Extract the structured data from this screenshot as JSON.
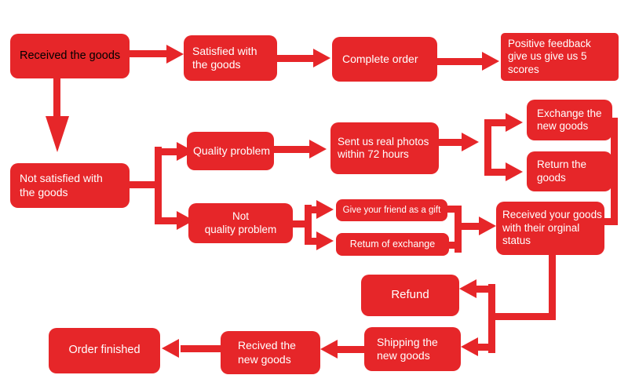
{
  "diagram": {
    "accent_color": "#e62629",
    "background_color": "#ffffff",
    "default_text_color": "#ffffff",
    "nodes": {
      "received_goods": {
        "label": "Received the goods",
        "text_color": "#000000"
      },
      "satisfied": {
        "label": "Satisfied with\nthe goods"
      },
      "complete_order": {
        "label": "Complete order"
      },
      "positive_feedback": {
        "label": "Positive feedback\ngive us give us 5\nscores"
      },
      "exchange_new_goods": {
        "label": "Exchange the\nnew goods"
      },
      "return_goods": {
        "label": "Return the\ngoods"
      },
      "quality_problem": {
        "label": "Quality problem"
      },
      "send_photos": {
        "label": "Sent us real photos\nwithin 72 hours"
      },
      "not_satisfied": {
        "label": "Not satisfied with\nthe goods"
      },
      "not_quality_problem": {
        "label": "Not\nquality problem"
      },
      "gift": {
        "label": "Give your friend as a gift"
      },
      "retum_exchange": {
        "label": "Retum of exchange"
      },
      "received_original": {
        "label": "Received your goods\nwith their orginal\nstatus"
      },
      "refund": {
        "label": "Refund"
      },
      "shipping_new": {
        "label": "Shipping the\nnew goods"
      },
      "recived_new": {
        "label": "Recived the\nnew goods"
      },
      "order_finished": {
        "label": "Order finished"
      }
    },
    "edges": [
      {
        "from": "received_goods",
        "to": "satisfied"
      },
      {
        "from": "satisfied",
        "to": "complete_order"
      },
      {
        "from": "complete_order",
        "to": "positive_feedback"
      },
      {
        "from": "received_goods",
        "to": "not_satisfied"
      },
      {
        "from": "not_satisfied",
        "to": "quality_problem"
      },
      {
        "from": "not_satisfied",
        "to": "not_quality_problem"
      },
      {
        "from": "quality_problem",
        "to": "send_photos"
      },
      {
        "from": "send_photos",
        "to": "exchange_new_goods"
      },
      {
        "from": "send_photos",
        "to": "return_goods"
      },
      {
        "from": "not_quality_problem",
        "to": "gift"
      },
      {
        "from": "not_quality_problem",
        "to": "retum_exchange"
      },
      {
        "from": "gift",
        "to": "received_original"
      },
      {
        "from": "retum_exchange",
        "to": "received_original"
      },
      {
        "from": "exchange_new_goods",
        "to": "received_original"
      },
      {
        "from": "return_goods",
        "to": "received_original"
      },
      {
        "from": "received_original",
        "to": "refund"
      },
      {
        "from": "received_original",
        "to": "shipping_new"
      },
      {
        "from": "shipping_new",
        "to": "recived_new"
      },
      {
        "from": "recived_new",
        "to": "order_finished"
      }
    ]
  }
}
